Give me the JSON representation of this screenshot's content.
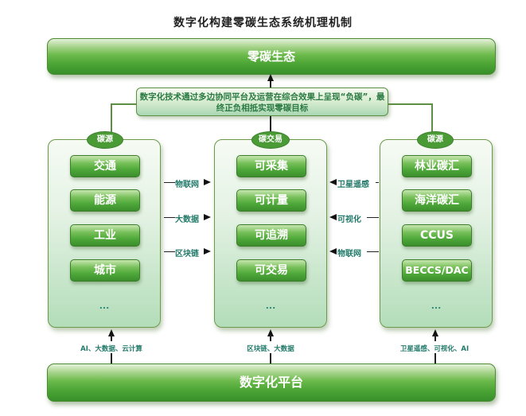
{
  "title": "数字化构建零碳生态系统机理机制",
  "top_bar": {
    "label": "零碳生态"
  },
  "callout": {
    "line1": "数字化技术通过多边协同平台及运营在综合效果上呈现“负碳”，最",
    "line2": "终正负相抵实现零碳目标"
  },
  "bottom_bar": {
    "label": "数字化平台"
  },
  "columns": [
    {
      "tag": "碳源",
      "items": [
        "交通",
        "能源",
        "工业",
        "城市"
      ],
      "more": "...",
      "bottom_label": "AI、大数据、云计算"
    },
    {
      "tag": "碳交易",
      "items": [
        "可采集",
        "可计量",
        "可追溯",
        "可交易"
      ],
      "more": "...",
      "bottom_label": "区块链、大数据"
    },
    {
      "tag": "碳源",
      "items": [
        "林业碳汇",
        "海洋碳汇",
        "CCUS",
        "BECCS/DAC"
      ],
      "more": "...",
      "bottom_label": "卫星遥感、可视化、AI"
    }
  ],
  "left_connectors": [
    "物联网",
    "大数据",
    "区块链"
  ],
  "right_connectors": [
    "卫星遥感",
    "可视化",
    "物联网"
  ]
}
